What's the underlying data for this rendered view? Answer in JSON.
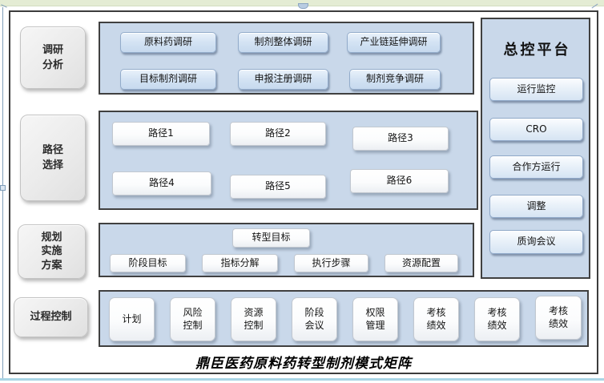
{
  "caption": "鼎臣医药原料药转型制剂模式矩阵",
  "rows": {
    "survey": {
      "label": "调研\n分析",
      "buttons": [
        "原料药调研",
        "制剂整体调研",
        "产业链延伸调研",
        "目标制剂调研",
        "申报注册调研",
        "制剂竞争调研"
      ]
    },
    "paths": {
      "label": "路径\n选择",
      "buttons": [
        "路径1",
        "路径2",
        "路径3",
        "路径4",
        "路径5",
        "路径6"
      ]
    },
    "plan": {
      "label": "规划\n实施\n方案",
      "goal_button": "转型目标",
      "buttons": [
        "阶段目标",
        "指标分解",
        "执行步骤",
        "资源配置"
      ]
    },
    "process": {
      "label": "过程控制",
      "buttons": [
        "计划",
        "风险\n控制",
        "资源\n控制",
        "阶段\n会议",
        "权限\n管理",
        "考核\n绩效",
        "考核\n绩效",
        "考核\n绩效"
      ]
    }
  },
  "control_platform": {
    "title": "总控平台",
    "buttons": [
      "运行监控",
      "CRO",
      "合作方运行",
      "调整",
      "质询会议"
    ]
  },
  "colors": {
    "panel_blue": "#c9d8ea",
    "button_blue": "#d5e4f4",
    "top_bar_green": "#e4ecd4",
    "bottom_line_blue": "#a9d5e5",
    "frame_border": "#3c3c3c"
  }
}
